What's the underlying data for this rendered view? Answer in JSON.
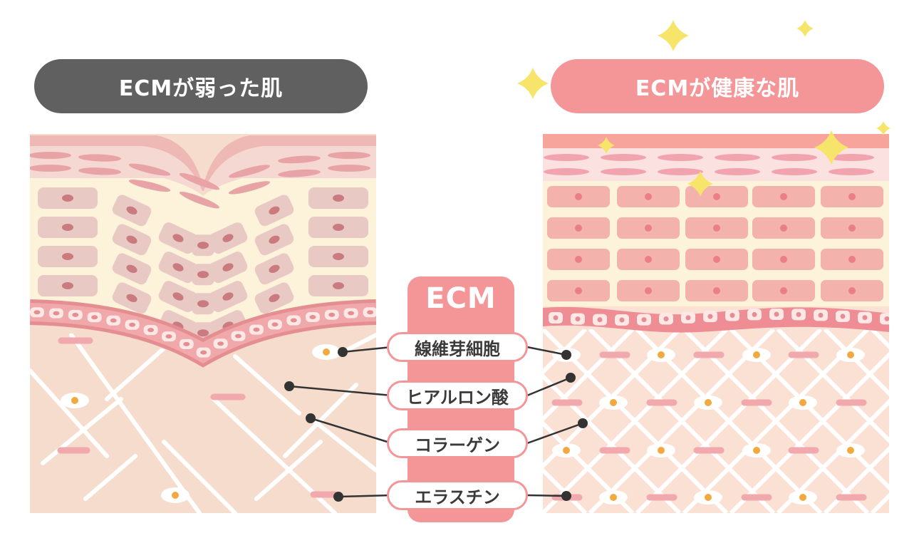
{
  "colors": {
    "weak_pill": "#606060",
    "healthy_pill": "#f49698",
    "ecm_column": "#f49698",
    "sparkle": "#f7e46a",
    "dermis": "#f6dccd",
    "epidermis": "#fdf3da",
    "fiber_pink": "#f1a9ad",
    "nucleus_orange": "#f4a940"
  },
  "left_panel": {
    "title": "ECMが弱った肌"
  },
  "right_panel": {
    "title": "ECMが健康な肌"
  },
  "ecm_column": {
    "title": "ECM",
    "labels": [
      "線維芽細胞",
      "ヒアルロン酸",
      "コラーゲン",
      "エラスチン"
    ]
  }
}
